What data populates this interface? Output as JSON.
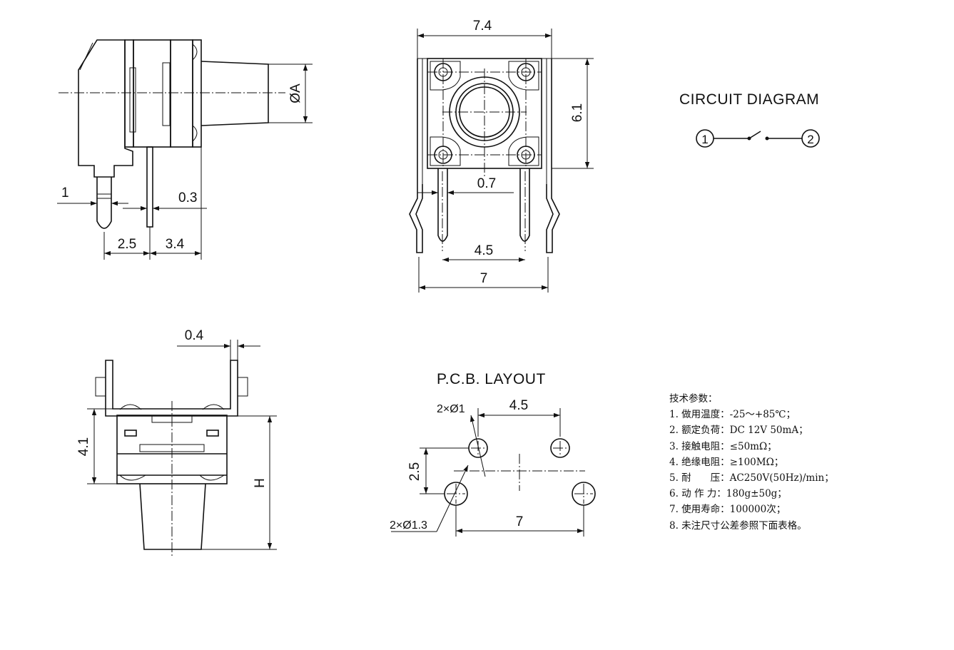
{
  "views": {
    "side": {
      "dia_a": "ØA",
      "dim_1": "1",
      "dim_03": "0.3",
      "dim_25": "2.5",
      "dim_34": "3.4"
    },
    "front": {
      "dim_74": "7.4",
      "dim_61": "6.1",
      "dim_07": "0.7",
      "dim_45": "4.5",
      "dim_7": "7"
    },
    "circuit": {
      "title": "CIRCUIT DIAGRAM",
      "pin1": "1",
      "pin2": "2"
    },
    "bottom": {
      "dim_04": "0.4",
      "dim_41": "4.1",
      "dim_h": "H"
    },
    "pcb": {
      "title": "P.C.B. LAYOUT",
      "hole_small": "2×Ø1",
      "hole_large": "2×Ø1.3",
      "dim_45": "4.5",
      "dim_25": "2.5",
      "dim_7": "7"
    }
  },
  "specs": {
    "title": "技术参数：",
    "items": [
      "1. 做用温度：-25～+85℃；",
      "2. 额定负荷：DC 12V 50mA；",
      "3. 接触电阻：≤50mΩ；",
      "4. 绝缘电阻：≥100MΩ；",
      "5. 耐　　压：AC250V(50Hz)/min；",
      "6. 动 作 力：180g±50g；",
      "7. 使用寿命：100000次；",
      "8. 未注尺寸公差参照下面表格。"
    ]
  }
}
